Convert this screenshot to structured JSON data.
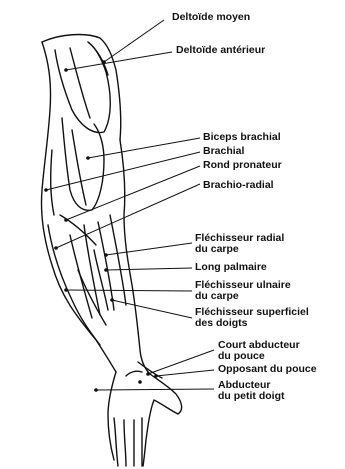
{
  "labels": {
    "deltoide_moyen": "Deltoïde moyen",
    "deltoide_anterieur": "Deltoïde antérieur",
    "biceps_brachial": "Biceps brachial",
    "brachial": "Brachial",
    "rond_pronateur": "Rond pronateur",
    "brachio_radial": "Brachio-radial",
    "flechisseur_radial_1": "Fléchisseur radial",
    "flechisseur_radial_2": "du carpe",
    "long_palmaire": "Long palmaire",
    "flechisseur_ulnaire_1": "Fléchisseur ulnaire",
    "flechisseur_ulnaire_2": "du carpe",
    "flechisseur_superficiel_1": "Fléchisseur superficiel",
    "flechisseur_superficiel_2": "des doigts",
    "court_abducteur_1": "Court abducteur",
    "court_abducteur_2": "du pouce",
    "opposant_pouce": "Opposant du pouce",
    "abducteur_petit_doigt_1": "Abducteur",
    "abducteur_petit_doigt_2": "du petit doigt"
  },
  "colors": {
    "ink": "#111111",
    "background": "#ffffff"
  },
  "icons": {
    "figure": "arm-anatomy-illustration"
  }
}
